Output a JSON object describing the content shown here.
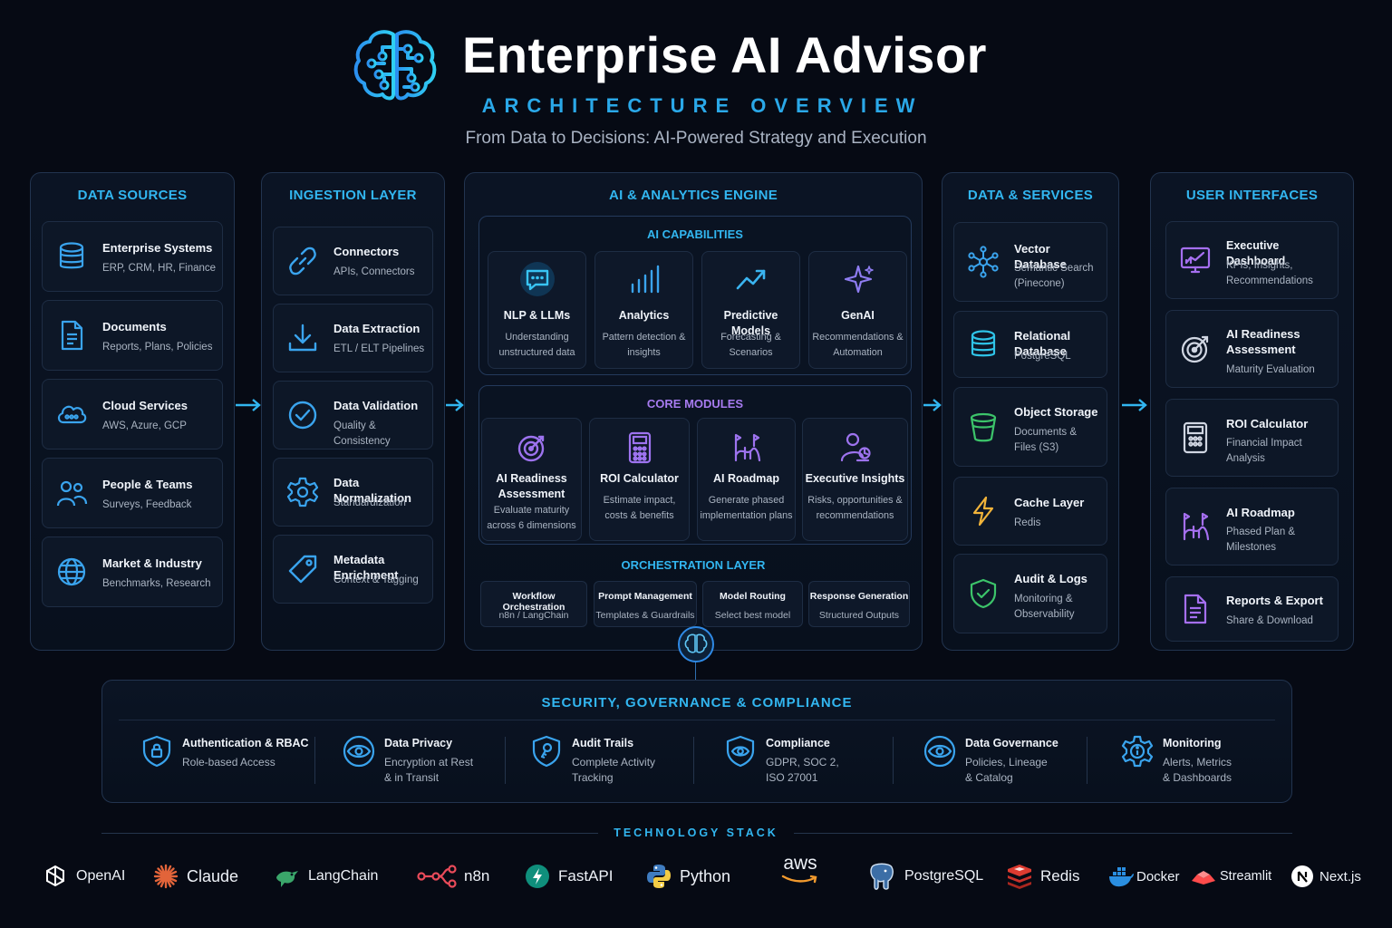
{
  "header": {
    "title": "Enterprise AI Advisor",
    "subtitle": "ARCHITECTURE OVERVIEW",
    "tagline": "From Data to Decisions: AI-Powered Strategy and Execution"
  },
  "colors": {
    "accent": "#32b6f0",
    "purple": "#a77bf0",
    "background": "#060a14"
  },
  "data_sources": {
    "title": "DATA SOURCES",
    "items": [
      {
        "title": "Enterprise Systems",
        "subtitle": "ERP, CRM, HR, Finance",
        "icon": "database-icon"
      },
      {
        "title": "Documents",
        "subtitle": "Reports, Plans, Policies",
        "icon": "document-icon"
      },
      {
        "title": "Cloud Services",
        "subtitle": "AWS, Azure, GCP",
        "icon": "cloud-icon"
      },
      {
        "title": "People & Teams",
        "subtitle": "Surveys, Feedback",
        "icon": "people-icon"
      },
      {
        "title": "Market & Industry",
        "subtitle": "Benchmarks, Research",
        "icon": "globe-icon"
      }
    ]
  },
  "ingestion": {
    "title": "INGESTION LAYER",
    "items": [
      {
        "title": "Connectors",
        "subtitle": "APIs, Connectors",
        "icon": "link-icon"
      },
      {
        "title": "Data Extraction",
        "subtitle": "ETL / ELT Pipelines",
        "icon": "download-icon"
      },
      {
        "title": "Data Validation",
        "subtitle": "Quality & Consistency",
        "icon": "check-circle-icon"
      },
      {
        "title": "Data Normalization",
        "subtitle": "Standardization",
        "icon": "gear-icon"
      },
      {
        "title": "Metadata Enrichment",
        "subtitle": "Context & Tagging",
        "icon": "tag-icon"
      }
    ]
  },
  "engine": {
    "title": "AI & ANALYTICS ENGINE",
    "capabilities": {
      "title": "AI CAPABILITIES",
      "items": [
        {
          "title": "NLP & LLMs",
          "subtitle": "Understanding unstructured data",
          "icon": "chat-icon"
        },
        {
          "title": "Analytics",
          "subtitle": "Pattern detection & insights",
          "icon": "bar-chart-icon"
        },
        {
          "title": "Predictive Models",
          "subtitle": "Forecasting & Scenarios",
          "icon": "trend-up-icon"
        },
        {
          "title": "GenAI",
          "subtitle": "Recommendations & Automation",
          "icon": "sparkle-icon"
        }
      ]
    },
    "modules": {
      "title": "CORE MODULES",
      "items": [
        {
          "title": "AI Readiness Assessment",
          "subtitle": "Evaluate maturity across 6 dimensions",
          "icon": "target-icon"
        },
        {
          "title": "ROI Calculator",
          "subtitle": "Estimate impact, costs & benefits",
          "icon": "calculator-icon"
        },
        {
          "title": "AI Roadmap",
          "subtitle": "Generate phased implementation plans",
          "icon": "roadmap-icon"
        },
        {
          "title": "Executive Insights",
          "subtitle": "Risks, opportunities & recommendations",
          "icon": "executive-icon"
        }
      ]
    },
    "orchestration": {
      "title": "ORCHESTRATION LAYER",
      "items": [
        {
          "title": "Workflow Orchestration",
          "subtitle": "n8n / LangChain"
        },
        {
          "title": "Prompt Management",
          "subtitle": "Templates & Guardrails"
        },
        {
          "title": "Model Routing",
          "subtitle": "Select best model"
        },
        {
          "title": "Response Generation",
          "subtitle": "Structured Outputs"
        }
      ]
    }
  },
  "data_services": {
    "title": "DATA & SERVICES",
    "items": [
      {
        "title": "Vector Database",
        "subtitle": "Semantic Search (Pinecone)",
        "icon": "network-icon"
      },
      {
        "title": "Relational Database",
        "subtitle": "PostgreSQL",
        "icon": "database-icon"
      },
      {
        "title": "Object Storage",
        "subtitle": "Documents & Files (S3)",
        "icon": "bucket-icon"
      },
      {
        "title": "Cache Layer",
        "subtitle": "Redis",
        "icon": "lightning-icon"
      },
      {
        "title": "Audit & Logs",
        "subtitle": "Monitoring & Observability",
        "icon": "shield-check-icon"
      }
    ]
  },
  "user_interfaces": {
    "title": "USER INTERFACES",
    "items": [
      {
        "title": "Executive Dashboard",
        "subtitle": "KPIs, Insights, Recommendations",
        "icon": "dashboard-icon"
      },
      {
        "title": "AI Readiness Assessment",
        "subtitle": "Maturity Evaluation",
        "icon": "target-icon"
      },
      {
        "title": "ROI Calculator",
        "subtitle": "Financial Impact Analysis",
        "icon": "calculator-icon"
      },
      {
        "title": "AI Roadmap",
        "subtitle": "Phased Plan & Milestones",
        "icon": "roadmap-icon"
      },
      {
        "title": "Reports & Export",
        "subtitle": "Share & Download",
        "icon": "report-icon"
      }
    ]
  },
  "security": {
    "title": "SECURITY, GOVERNANCE & COMPLIANCE",
    "items": [
      {
        "title": "Authentication & RBAC",
        "subtitle": "Role-based Access",
        "icon": "shield-lock-icon"
      },
      {
        "title": "Data Privacy",
        "subtitle": "Encryption at Rest\n& in Transit",
        "icon": "eye-icon"
      },
      {
        "title": "Audit Trails",
        "subtitle": "Complete Activity\nTracking",
        "icon": "shield-key-icon"
      },
      {
        "title": "Compliance",
        "subtitle": "GDPR, SOC 2,\nISO 27001",
        "icon": "shield-eye-icon"
      },
      {
        "title": "Data Governance",
        "subtitle": "Policies, Lineage\n& Catalog",
        "icon": "eye-icon"
      },
      {
        "title": "Monitoring",
        "subtitle": "Alerts, Metrics\n& Dashboards",
        "icon": "gear-info-icon"
      }
    ]
  },
  "tech_stack": {
    "title": "TECHNOLOGY STACK",
    "items": [
      {
        "name": "OpenAI",
        "icon": "openai-icon"
      },
      {
        "name": "Claude",
        "icon": "claude-icon"
      },
      {
        "name": "LangChain",
        "icon": "langchain-icon"
      },
      {
        "name": "n8n",
        "icon": "n8n-icon"
      },
      {
        "name": "FastAPI",
        "icon": "fastapi-icon"
      },
      {
        "name": "Python",
        "icon": "python-icon"
      },
      {
        "name": "aws",
        "icon": "aws-icon"
      },
      {
        "name": "PostgreSQL",
        "icon": "postgresql-icon"
      },
      {
        "name": "Redis",
        "icon": "redis-icon"
      },
      {
        "name": "Docker",
        "icon": "docker-icon"
      },
      {
        "name": "Streamlit",
        "icon": "streamlit-icon"
      },
      {
        "name": "Next.js",
        "icon": "nextjs-icon"
      }
    ]
  }
}
